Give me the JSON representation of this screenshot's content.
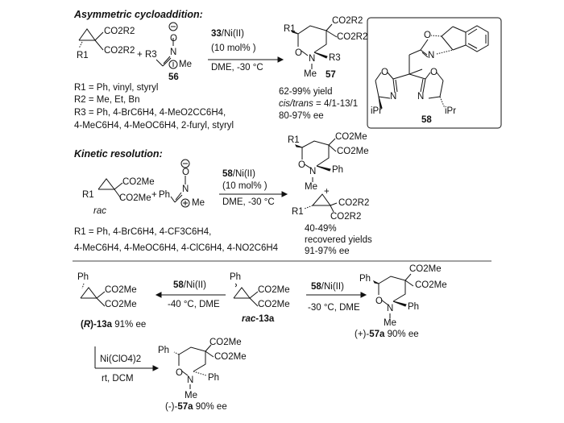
{
  "sections": {
    "cycloaddition": {
      "heading": "Asymmetric cycloaddition:",
      "reagent_catalyst": "33",
      "reagent_metal": "/Ni(II)",
      "reagent_loading": "(10 mol% )",
      "conditions": "DME, -30 °C",
      "nitrone_label": "56",
      "product_label": "57",
      "r1_scope": "R1 = Ph, vinyl, styryl",
      "r2_scope": "R2 = Me, Et, Bn",
      "r3_scope_line1": "R3 = Ph, 4-BrC6H4, 4-MeO2CC6H4,",
      "r3_scope_line2": "4-MeC6H4, 4-MeOC6H4, 2-furyl, styryl",
      "yield": "62-99% yield",
      "dr_label": "cis/trans",
      "dr_value": "= 4/1-13/1",
      "ee": "80-97% ee"
    },
    "ligand_box": {
      "label": "58",
      "substituent_left": "iPr",
      "substituent_right": "iPr"
    },
    "kinetic_resolution": {
      "heading": "Kinetic resolution:",
      "racemic_label": "rac",
      "reagent_catalyst": "58",
      "reagent_metal": "/Ni(II)",
      "reagent_loading": "(10 mol% )",
      "conditions": "DME, -30 °C",
      "r1_scope_line1": "R1 = Ph, 4-BrC6H4, 4-CF3C6H4,",
      "r1_scope_line2": "4-MeC6H4, 4-MeOC6H4, 4-ClC6H4, 4-NO2C6H4",
      "recovered_yield": "40-49%",
      "recovered_label": "recovered yields",
      "recovered_ee": "91-97% ee"
    },
    "bottom": {
      "left_reagent_catalyst": "58",
      "left_reagent_metal": "/Ni(II)",
      "left_conditions": "-40 °C, DME",
      "left_product_config": "R",
      "left_product_id": "-13a",
      "left_product_ee": "91% ee",
      "racemate_prefix": "rac",
      "racemate_id": "-13a",
      "right_reagent_catalyst": "58",
      "right_reagent_metal": "/Ni(II)",
      "right_conditions": "-30 °C, DME",
      "right_product_sign": "(+)-",
      "right_product_id": "57a",
      "right_product_ee": "90% ee",
      "down_reagent": "Ni(ClO4)2",
      "down_conditions": "rt, DCM",
      "down_product_sign": "(-)-",
      "down_product_id": "57a",
      "down_product_ee": "90% ee"
    },
    "labels": {
      "co2r2": "CO2R2",
      "co2me": "CO2Me",
      "me": "Me",
      "ph": "Ph",
      "r1": "R1",
      "r3": "R3",
      "o": "O",
      "n": "N",
      "plus": "+",
      "minus_charge": "−",
      "plus_charge": "+"
    }
  }
}
